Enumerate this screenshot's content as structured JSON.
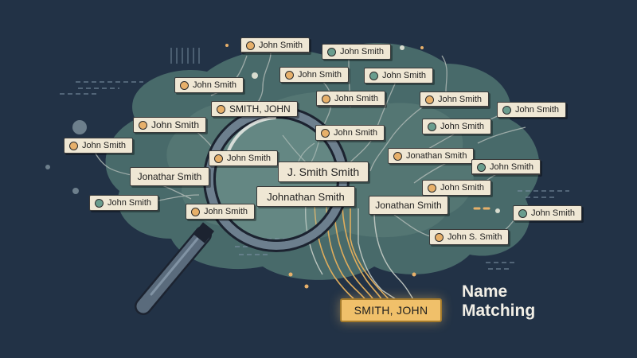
{
  "chips": [
    {
      "text": "John Smith",
      "dot": "o"
    },
    {
      "text": "John Smith",
      "dot": "g"
    },
    {
      "text": "John Smith",
      "dot": "o"
    },
    {
      "text": "John Smith",
      "dot": "g"
    },
    {
      "text": "John Smith",
      "dot": "o"
    },
    {
      "text": "John Smith",
      "dot": "o"
    },
    {
      "text": "John Smith",
      "dot": "o"
    },
    {
      "text": "SMITH, JOHN",
      "dot": "o"
    },
    {
      "text": "John Smith",
      "dot": "g"
    },
    {
      "text": "John Smith",
      "dot": "o"
    },
    {
      "text": "John Smith",
      "dot": "o"
    },
    {
      "text": "John Smith",
      "dot": "o"
    },
    {
      "text": "John Smith",
      "dot": "g"
    },
    {
      "text": "Jonathan Smith",
      "dot": "o"
    },
    {
      "text": "John Smith",
      "dot": "g"
    },
    {
      "text": "John Smith",
      "dot": "o"
    },
    {
      "text": "John Smith",
      "dot": "g"
    },
    {
      "text": "John Smith",
      "dot": "o"
    },
    {
      "text": "John Smith",
      "dot": "g"
    },
    {
      "text": "John S. Smith",
      "dot": "o"
    },
    {
      "text": "John Smith",
      "dot": "o"
    }
  ],
  "plain_labels": {
    "jonathar_smith": "Jonathar Smith",
    "jonathan_smith": "Jonathan Smith",
    "j_smith": "J. Smith Smith",
    "johnathan": "Johnathan Smith"
  },
  "highlight_label": "SMITH, JOHN",
  "title_line1": "Name",
  "title_line2": "Matching",
  "colors": {
    "background": "#223246",
    "blob": "#4c6f6e",
    "chip": "#efe7d4",
    "accent_orange": "#e7b06a",
    "accent_teal": "#6a9d8e",
    "highlight": "#f0c06a"
  },
  "icons": {
    "magnifier": "magnifying-glass-icon"
  }
}
